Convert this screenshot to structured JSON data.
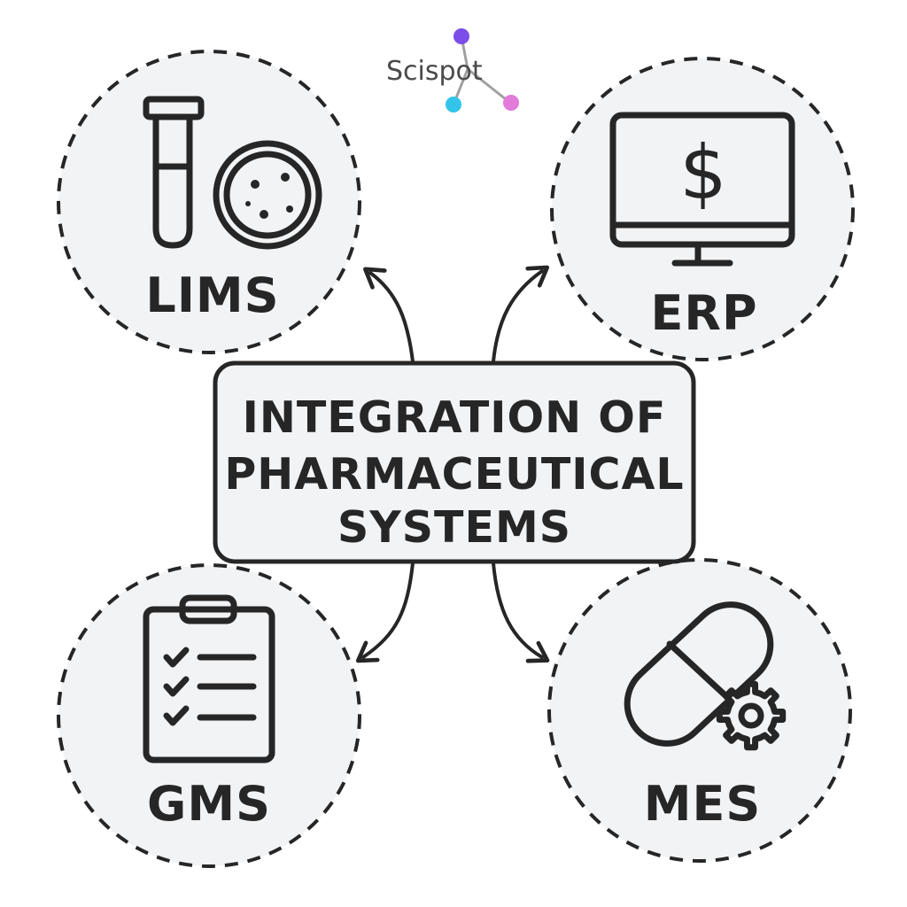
{
  "logo": {
    "text": "Scispot",
    "dot_colors": [
      "#7c4de8",
      "#33c4ea",
      "#e27bd9"
    ]
  },
  "center": {
    "lines": [
      "INTEGRATION OF",
      "PHARMACEUTICAL",
      "SYSTEMS"
    ]
  },
  "nodes": [
    {
      "id": "lims",
      "label": "LIMS",
      "icon": "test-tube-and-petri-dish-icon"
    },
    {
      "id": "erp",
      "label": "ERP",
      "icon": "monitor-dollar-icon"
    },
    {
      "id": "gms",
      "label": "GMS",
      "icon": "clipboard-checklist-icon"
    },
    {
      "id": "mes",
      "label": "MES",
      "icon": "capsule-gear-icon"
    }
  ],
  "colors": {
    "ink": "#262626",
    "node_fill": "#f1f3f5",
    "background": "#ffffff"
  }
}
